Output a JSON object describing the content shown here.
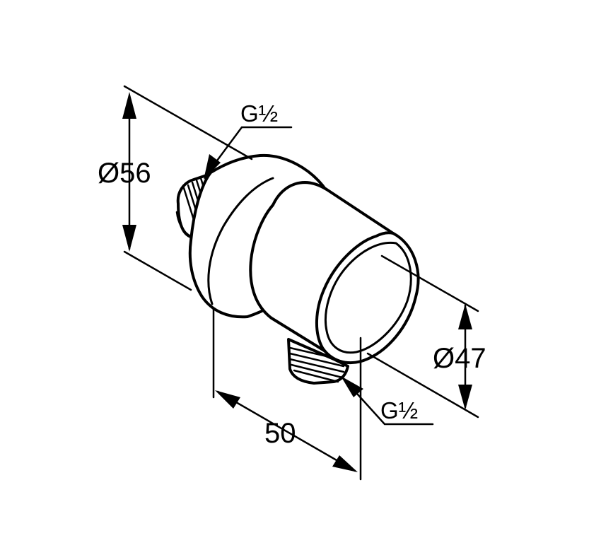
{
  "dimensions": {
    "diameter_large": "Ø56",
    "diameter_small": "Ø47",
    "length": "50",
    "thread_top": "G½",
    "thread_bottom": "G½"
  },
  "colors": {
    "line": "#000000",
    "background": "#ffffff"
  }
}
